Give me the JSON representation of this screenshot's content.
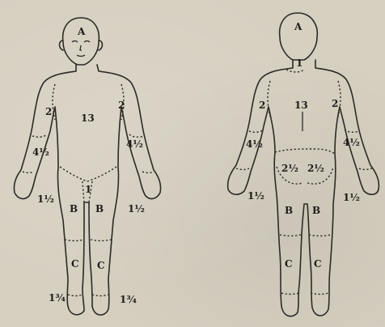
{
  "front": {
    "labels": {
      "head": "A",
      "upper_arm_left": "2",
      "upper_arm_right": "2",
      "trunk": "13",
      "forearm_left": "4½",
      "forearm_right": "4½",
      "hand_left": "1½",
      "hand_right": "1½",
      "groin": "1",
      "thigh_left": "B",
      "thigh_right": "B",
      "leg_left": "C",
      "leg_right": "C",
      "foot_left": "1¾",
      "foot_right": "1¾"
    }
  },
  "back": {
    "labels": {
      "head": "A",
      "neck": "1",
      "upper_arm_left": "2",
      "upper_arm_right": "2",
      "trunk": "13",
      "forearm_left": "4½",
      "forearm_right": "4½",
      "buttock_left": "2½",
      "buttock_right": "2½",
      "hand_left": "1½",
      "hand_right": "1½",
      "thigh_left": "B",
      "thigh_right": "B",
      "leg_left": "C",
      "leg_right": "C"
    }
  }
}
